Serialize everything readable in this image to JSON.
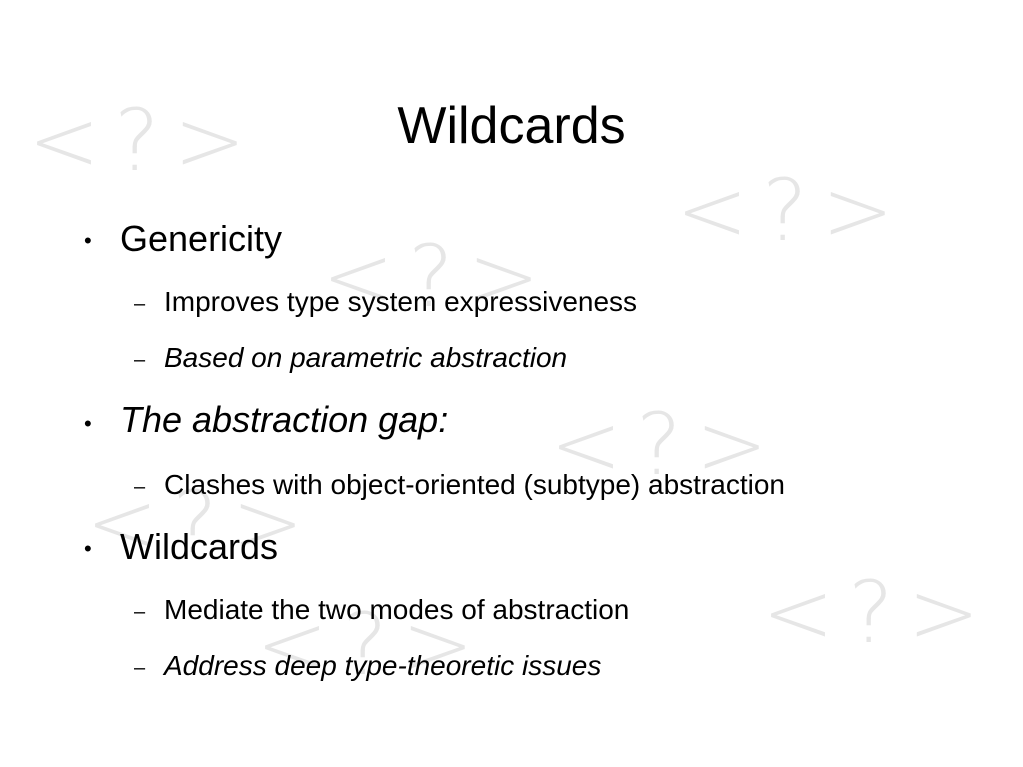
{
  "slide": {
    "title": "Wildcards",
    "watermark_text": "<?>",
    "items": [
      {
        "label": "Genericity"
      },
      {
        "label": "Improves type system expressiveness"
      },
      {
        "label": "Based on parametric abstraction"
      },
      {
        "label": "The abstraction gap:"
      },
      {
        "label": "Clashes with object-oriented (subtype) abstraction"
      },
      {
        "label": "Wildcards"
      },
      {
        "label": "Mediate the two modes of abstraction"
      },
      {
        "label": "Address deep type-theoretic issues"
      }
    ],
    "bullet_glyph": "•",
    "dash_glyph": "–"
  }
}
